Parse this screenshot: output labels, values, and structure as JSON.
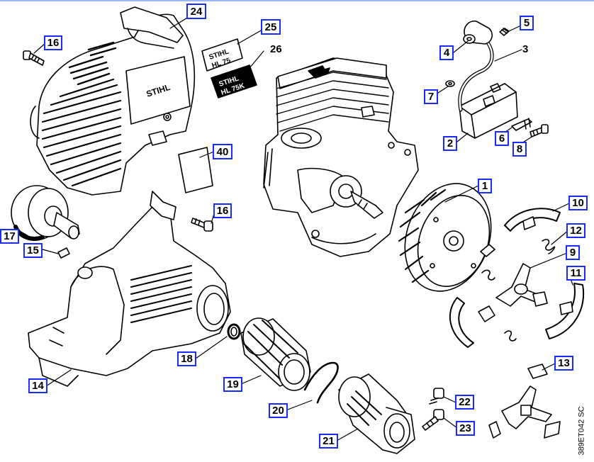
{
  "callouts": [
    {
      "id": "1",
      "label": "1"
    },
    {
      "id": "2",
      "label": "2"
    },
    {
      "id": "3",
      "label": "3"
    },
    {
      "id": "4",
      "label": "4"
    },
    {
      "id": "5",
      "label": "5"
    },
    {
      "id": "7",
      "label": "7"
    },
    {
      "id": "6",
      "label": "6"
    },
    {
      "id": "8",
      "label": "8"
    },
    {
      "id": "9",
      "label": "9"
    },
    {
      "id": "10",
      "label": "10"
    },
    {
      "id": "11",
      "label": "11"
    },
    {
      "id": "12",
      "label": "12"
    },
    {
      "id": "13",
      "label": "13"
    },
    {
      "id": "14",
      "label": "14"
    },
    {
      "id": "15",
      "label": "15"
    },
    {
      "id": "16a",
      "label": "16"
    },
    {
      "id": "16b",
      "label": "16"
    },
    {
      "id": "17",
      "label": "17"
    },
    {
      "id": "18",
      "label": "18"
    },
    {
      "id": "19",
      "label": "19"
    },
    {
      "id": "20",
      "label": "20"
    },
    {
      "id": "21",
      "label": "21"
    },
    {
      "id": "22",
      "label": "22"
    },
    {
      "id": "23",
      "label": "23"
    },
    {
      "id": "24",
      "label": "24"
    },
    {
      "id": "25",
      "label": "25"
    },
    {
      "id": "40",
      "label": "40"
    }
  ],
  "plain_labels": {
    "p26": "26"
  },
  "decals": {
    "brand": "STIHL",
    "shroud_brand": "STIHL",
    "decal25_model": "HL 75",
    "decal26_model": "HL 75K"
  },
  "drawing_code": "389ET042 SC",
  "colors": {
    "callout_border": "#1a2bff",
    "line": "#000000",
    "fill": "#ffffff"
  }
}
